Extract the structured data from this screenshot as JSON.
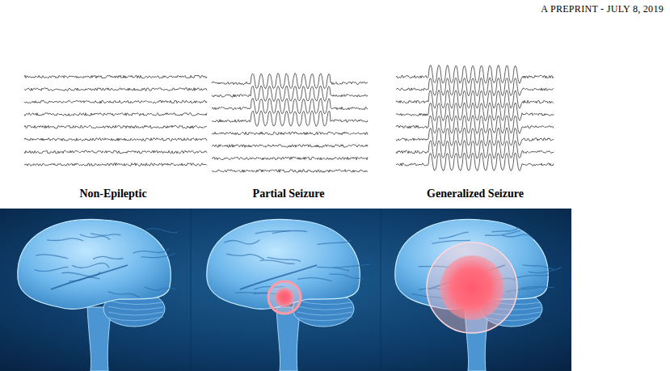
{
  "diagram": {
    "labels": [
      "A PREPRINT - JULY 8, 2019",
      "Non-Epileptic",
      "Partial Seizure",
      "Generalized Seizure"
    ]
  }
}
